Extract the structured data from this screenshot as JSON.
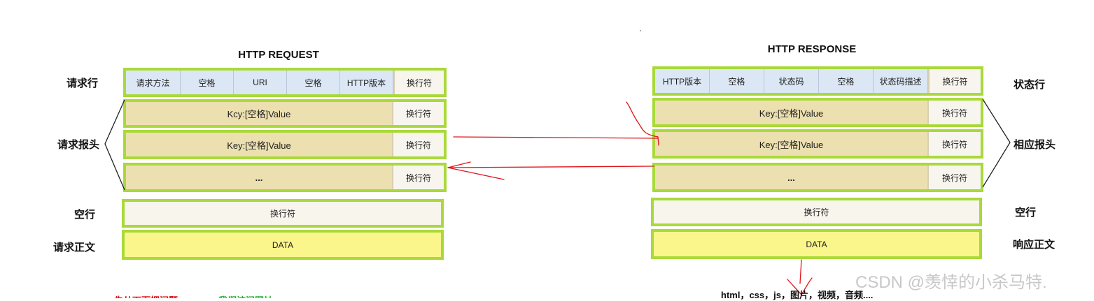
{
  "request": {
    "title": "HTTP REQUEST",
    "side_labels": {
      "line": "请求行",
      "headers": "请求报头",
      "blank": "空行",
      "body": "请求正文"
    },
    "line_cells": [
      "请求方法",
      "空格",
      "URI",
      "空格",
      "HTTP版本",
      "换行符"
    ],
    "header_rows": [
      {
        "content": "Kcy:[空格]Value",
        "end": "换行符"
      },
      {
        "content": "Key:[空格]Value",
        "end": "换行符"
      },
      {
        "content": "...",
        "end": "换行符"
      }
    ],
    "blank": "换行符",
    "data": "DATA"
  },
  "response": {
    "title": "HTTP RESPONSE",
    "side_labels": {
      "line": "状态行",
      "headers": "相应报头",
      "blank": "空行",
      "body": "响应正文"
    },
    "line_cells": [
      "HTTP版本",
      "空格",
      "状态码",
      "空格",
      "状态码描述",
      "换行符"
    ],
    "header_rows": [
      {
        "content": "Key:[空格]Value",
        "end": "换行符"
      },
      {
        "content": "Key:[空格]Value",
        "end": "换行符"
      },
      {
        "content": "...",
        "end": "换行符"
      }
    ],
    "blank": "换行符",
    "data": "DATA"
  },
  "body_note": "html，css，js，图片，视频，音频....",
  "watermark": "CSDN @羡悻的小杀马特.",
  "cut_text": {
    "red": "先从下面把问题",
    "green": "我们访问网址"
  },
  "colors": {
    "frame": "#a9d93a",
    "annotation": "#e0141b",
    "green_text": "#22b033",
    "red_text": "#e0141b"
  }
}
